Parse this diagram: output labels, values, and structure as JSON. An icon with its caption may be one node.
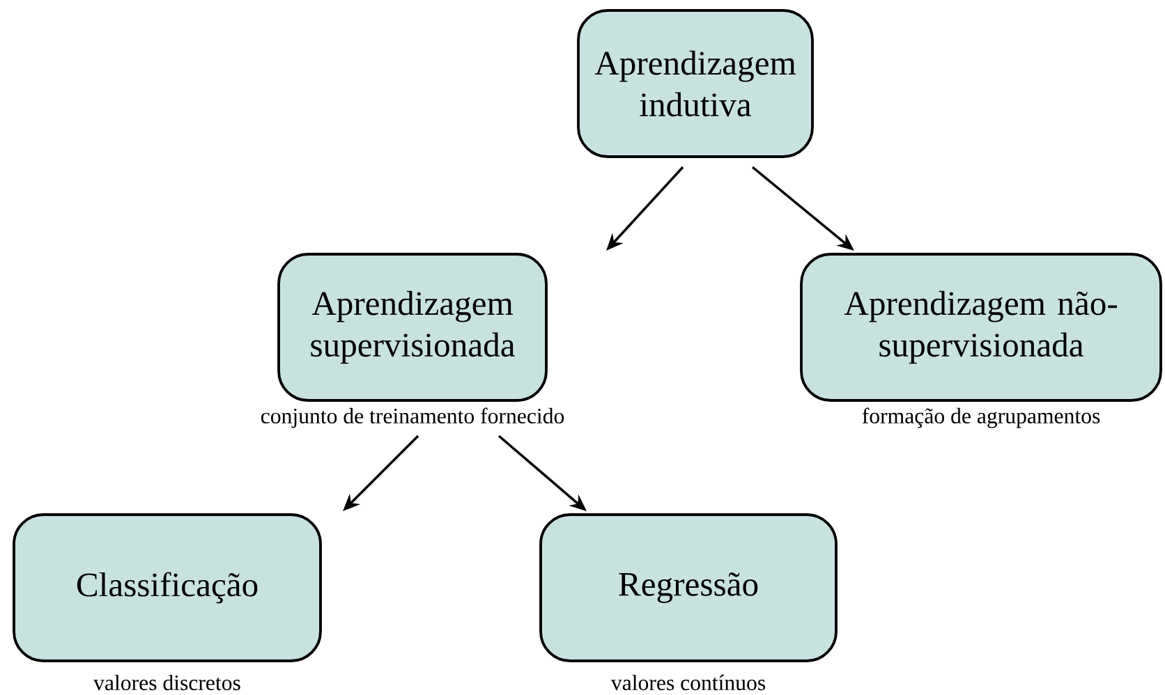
{
  "diagram": {
    "nodes": [
      {
        "text": [
          "Aprendizagem indutiva"
        ]
      },
      {
        "text": [
          "Aprendizagem supervisionada"
        ],
        "beside": [
          "conjunto de treinamento fornecido"
        ]
      },
      {
        "text": [
          "Aprendizagem não-supervisionada"
        ],
        "beside": [
          "formação de agrupamentos"
        ]
      },
      {
        "text": [
          "Classificação"
        ],
        "beside": [
          "valores discretos"
        ]
      },
      {
        "text": [
          "Regressão"
        ],
        "beside": [
          "valores contínuos"
        ]
      }
    ],
    "edges": [
      {
        "from": 0,
        "to": 1,
        "arrow": "to"
      },
      {
        "from": 0,
        "to": 2,
        "arrow": "to"
      },
      {
        "from": 1,
        "to": 3,
        "arrow": "to"
      },
      {
        "from": 1,
        "to": 4,
        "arrow": "to"
      }
    ]
  }
}
